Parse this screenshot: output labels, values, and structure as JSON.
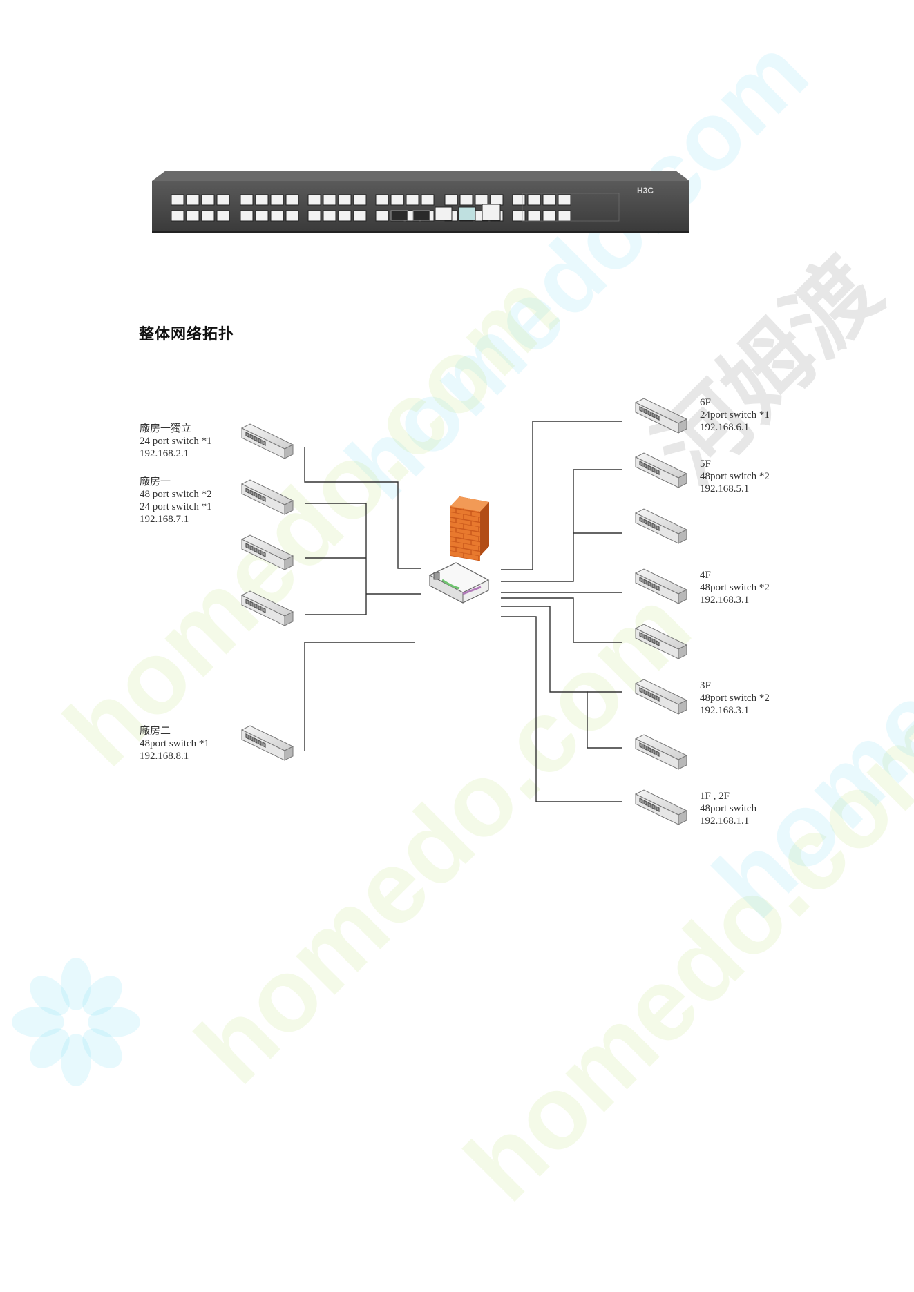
{
  "heading": "整体网络拓扑",
  "device_photo": {
    "brand": "H3C",
    "description_icon": "network-switch-photo"
  },
  "watermark": {
    "text": "homedo.com",
    "brand_cn": "河姆渡",
    "colors": {
      "cyan": "#78dcf5",
      "green": "#c8e68c"
    }
  },
  "left_groups": [
    {
      "lines": [
        "廠房一獨立",
        "24 port switch *1",
        "192.168.2.1"
      ]
    },
    {
      "lines": [
        "廠房一",
        "48 port switch *2",
        "24 port switch *1",
        "192.168.7.1"
      ]
    },
    {
      "lines": [
        "廠房二",
        "48port switch *1",
        "192.168.8.1"
      ]
    }
  ],
  "right_groups": [
    {
      "lines": [
        "6F",
        "24port switch *1",
        "192.168.6.1"
      ]
    },
    {
      "lines": [
        "5F",
        "48port switch *2",
        "192.168.5.1"
      ]
    },
    {
      "lines": [
        "4F",
        "48port switch *2",
        "192.168.3.1"
      ]
    },
    {
      "lines": [
        "3F",
        "48port switch *2",
        "192.168.3.1"
      ]
    },
    {
      "lines": [
        "1F , 2F",
        "48port switch",
        "192.168.1.1"
      ]
    }
  ],
  "icons": {
    "firewall": "firewall-icon",
    "core": "core-switch-icon",
    "switch": "switch-icon"
  },
  "colors": {
    "line": "#333333",
    "firewall_orange": "#e8792e",
    "switch_body": "#e4e4e4"
  }
}
